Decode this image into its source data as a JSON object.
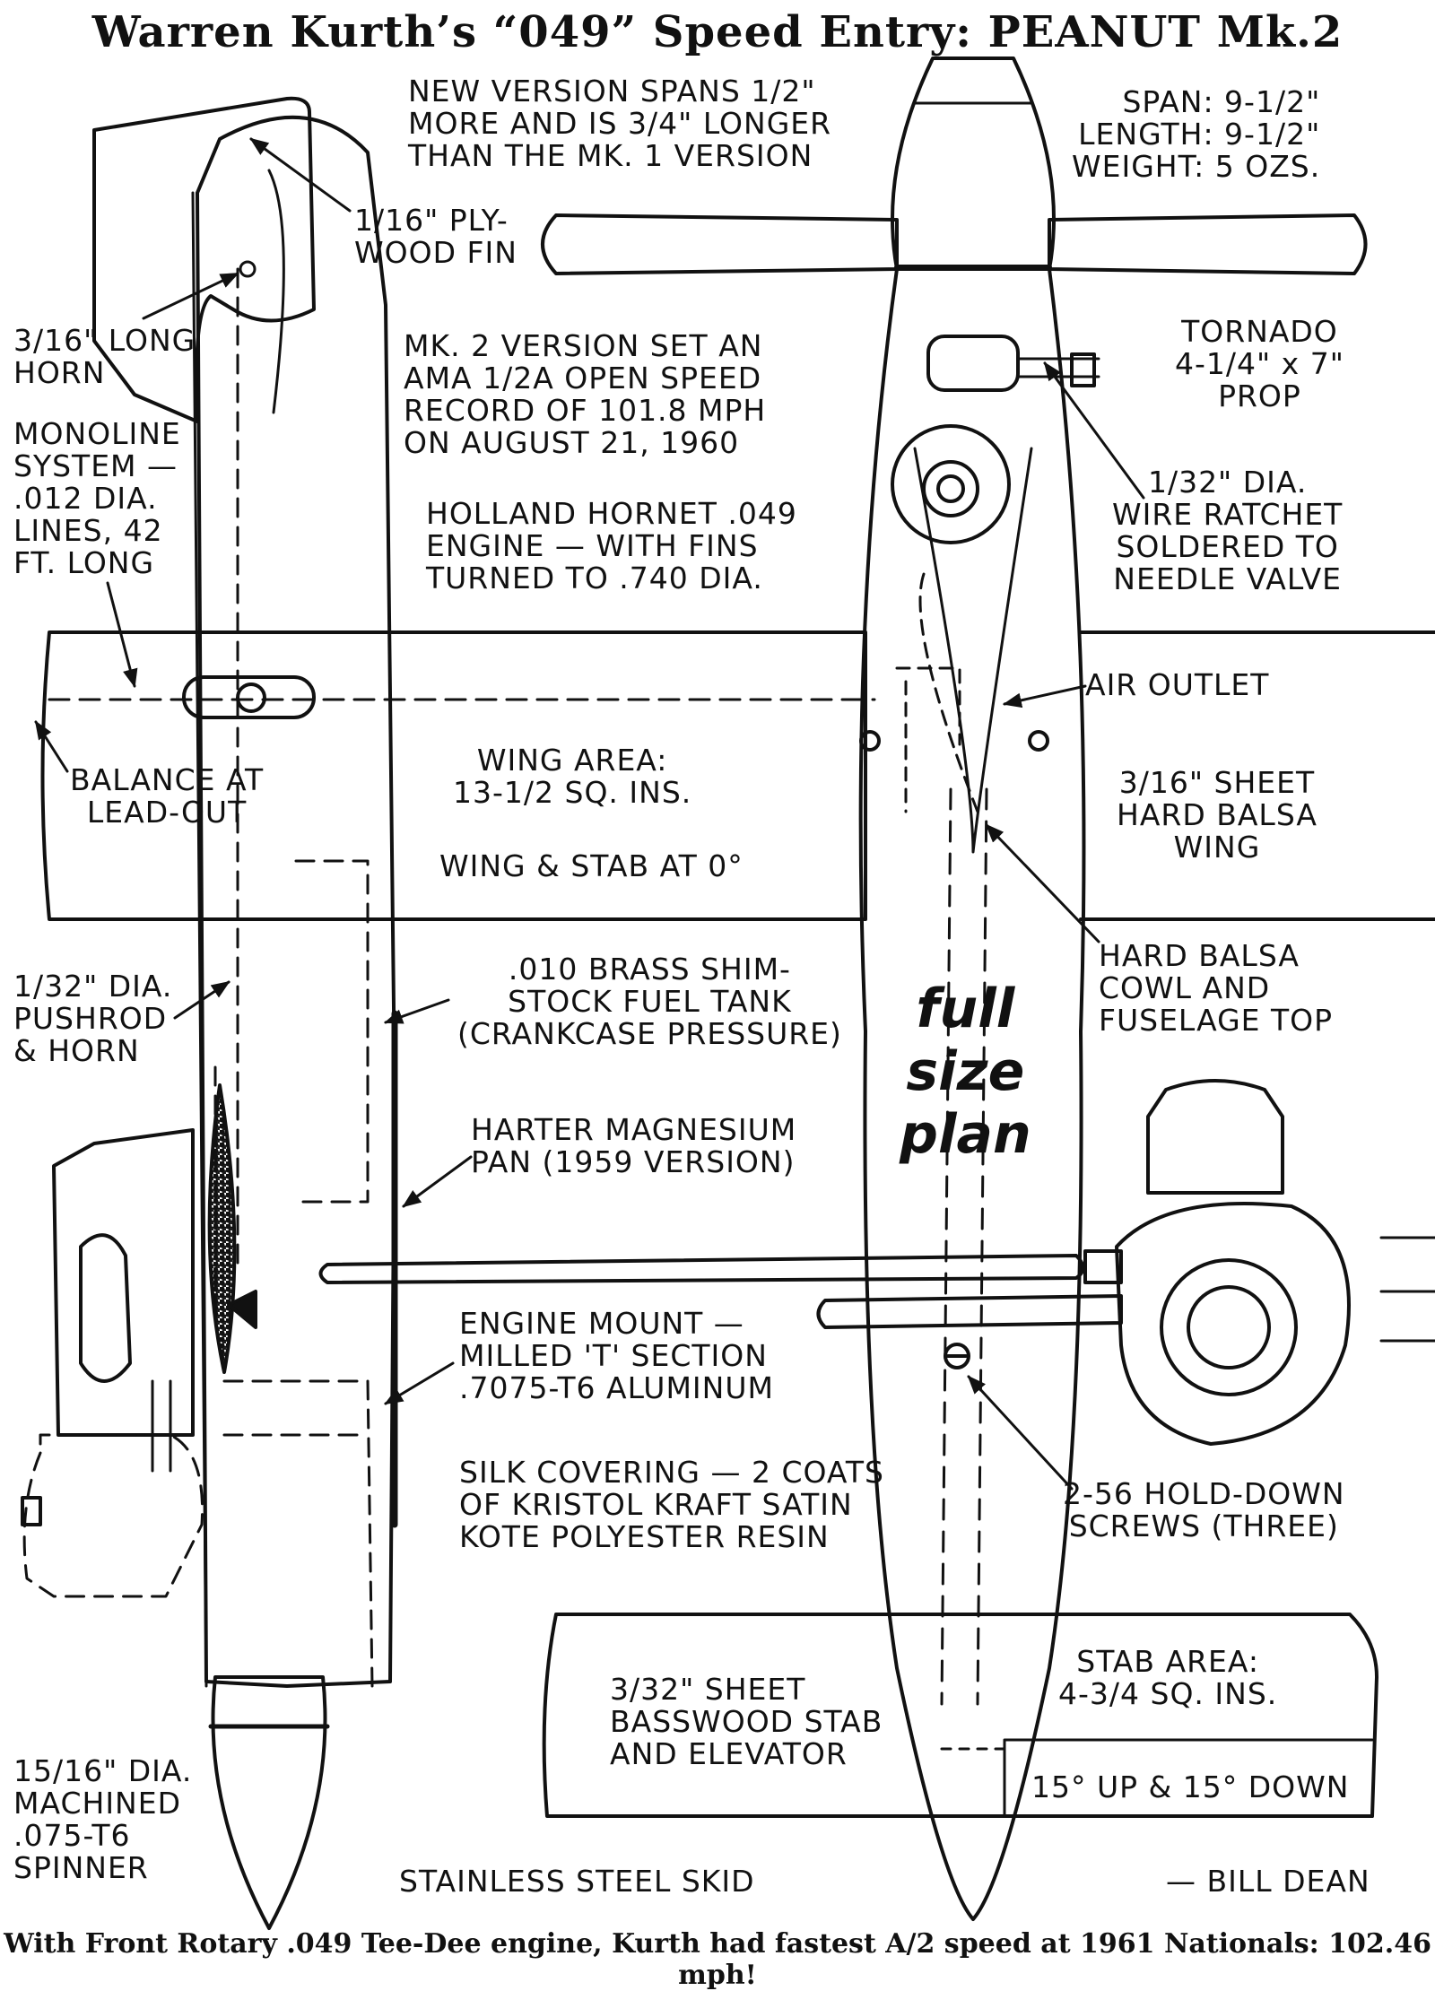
{
  "title": "Warren Kurth’s “049” Speed Entry: PEANUT Mk.2",
  "footer": "With Front Rotary .049 Tee-Dee engine, Kurth had fastest A/2 speed at 1961 Nationals: 102.46 mph!",
  "center_mark": "full\nsize\nplan",
  "notes": {
    "new_version": "NEW VERSION SPANS 1/2\"\nMORE AND IS 3/4\" LONGER\nTHAN THE MK. 1 VERSION",
    "specs": "SPAN: 9-1/2\"\nLENGTH: 9-1/2\"\nWEIGHT: 5 OZS.",
    "ply_fin": "1/16\" PLY-\nWOOD FIN",
    "long_horn": "3/16\" LONG\nHORN",
    "monoline": "MONOLINE\nSYSTEM —\n.012 DIA.\nLINES, 42\nFT. LONG",
    "record": "MK. 2 VERSION SET AN\nAMA 1/2A OPEN SPEED\nRECORD OF 101.8 MPH\nON AUGUST 21, 1960",
    "tornado": "TORNADO\n4-1/4\" x 7\"\nPROP",
    "engine": "HOLLAND HORNET .049\nENGINE — WITH FINS\nTURNED TO .740 DIA.",
    "ratchet": "1/32\" DIA.\nWIRE RATCHET\nSOLDERED TO\nNEEDLE VALVE",
    "air_outlet": "AIR OUTLET",
    "balance": "BALANCE AT\nLEAD-OUT",
    "wing_area": "WING AREA:\n13-1/2 SQ. INS.",
    "wing_sheet": "3/16\" SHEET\nHARD BALSA\nWING",
    "wing_stab": "WING & STAB AT 0°",
    "cowl": "HARD BALSA\nCOWL AND\nFUSELAGE TOP",
    "pushrod": "1/32\" DIA.\nPUSHROD\n& HORN",
    "fuel_tank": ".010 BRASS SHIM-\nSTOCK FUEL TANK\n(CRANKCASE PRESSURE)",
    "pan": "HARTER MAGNESIUM\nPAN (1959 VERSION)",
    "mount": "ENGINE MOUNT —\nMILLED 'T' SECTION\n.7075-T6 ALUMINUM",
    "covering": "SILK COVERING — 2 COATS\nOF KRISTOL KRAFT SATIN\nKOTE POLYESTER RESIN",
    "hold_down": "2-56 HOLD-DOWN\nSCREWS (THREE)",
    "stab_sheet": "3/32\" SHEET\nBASSWOOD STAB\nAND ELEVATOR",
    "stab_area": "STAB AREA:\n4-3/4 SQ. INS.",
    "elevator": "15° UP & 15° DOWN",
    "spinner": "15/16\" DIA.\nMACHINED\n.075-T6\nSPINNER",
    "skid": "STAINLESS STEEL SKID",
    "credit": "— BILL DEAN"
  }
}
